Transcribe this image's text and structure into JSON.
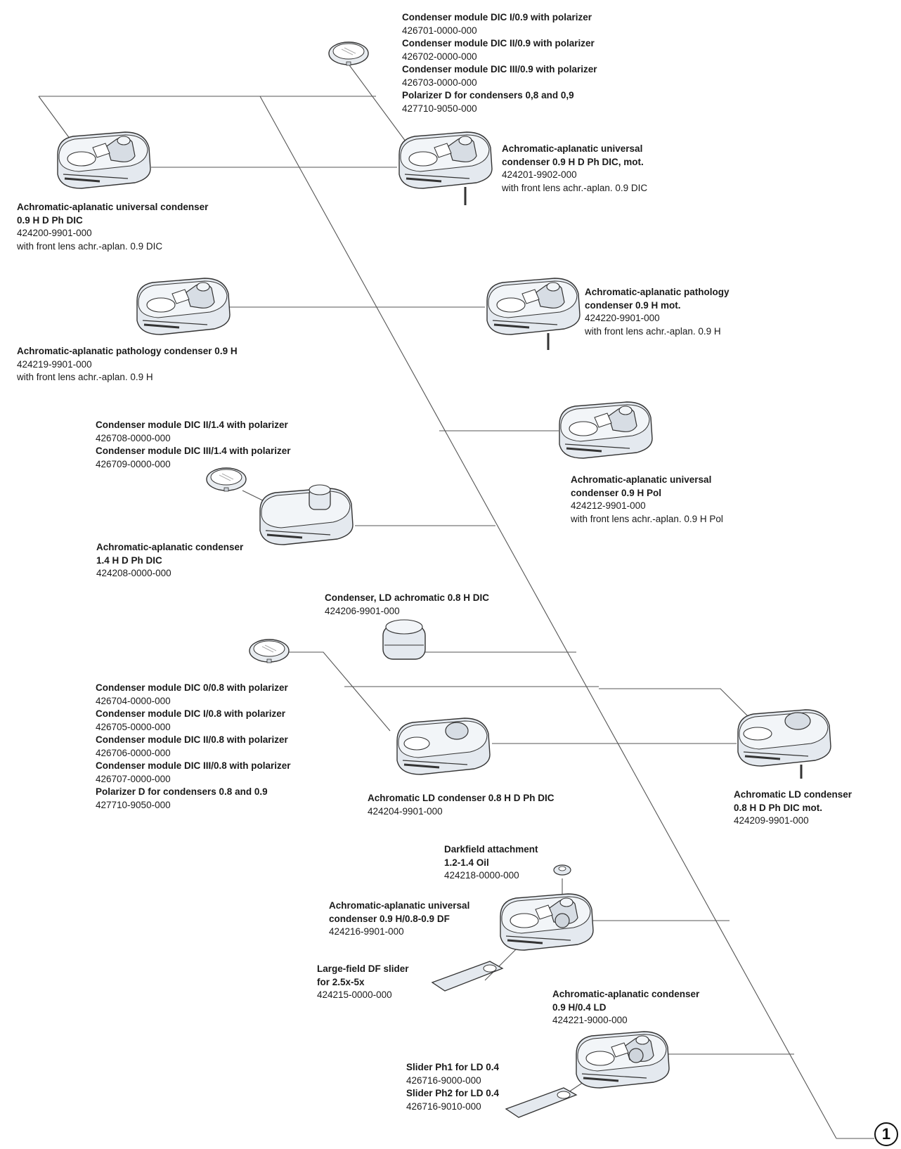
{
  "labels": {
    "dic_modules_09": [
      "Condenser module DIC I/0.9 with polarizer",
      "426701-0000-000",
      "Condenser module DIC II/0.9 with polarizer",
      "426702-0000-000",
      "Condenser module DIC III/0.9 with polarizer",
      "426703-0000-000",
      "Polarizer D for condensers 0,8 and 0,9",
      "427710-9050-000"
    ],
    "univ_mot": [
      "Achromatic-aplanatic universal",
      "condenser 0.9 H D Ph DIC, mot.",
      "424201-9902-000",
      "with front lens achr.-aplan. 0.9 DIC"
    ],
    "univ": [
      "Achromatic-aplanatic universal condenser",
      "0.9 H D Ph DIC",
      "424200-9901-000",
      "with front lens achr.-aplan. 0.9 DIC"
    ],
    "path_mot": [
      "Achromatic-aplanatic pathology",
      "condenser 0.9 H mot.",
      "424220-9901-000",
      "with front lens achr.-aplan. 0.9 H"
    ],
    "path": [
      "Achromatic-aplanatic pathology condenser 0.9 H",
      "424219-9901-000",
      "with front lens achr.-aplan. 0.9 H"
    ],
    "dic_modules_14": [
      "Condenser module DIC II/1.4 with polarizer",
      "426708-0000-000",
      "Condenser module DIC III/1.4 with polarizer",
      "426709-0000-000"
    ],
    "univ_pol": [
      "Achromatic-aplanatic universal",
      "condenser 0.9 H Pol",
      "424212-9901-000",
      "with front lens achr.-aplan. 0.9 H Pol"
    ],
    "cond_14": [
      "Achromatic-aplanatic condenser",
      "1.4 H D Ph DIC",
      "424208-0000-000"
    ],
    "ld_08": [
      "Condenser, LD achromatic 0.8 H DIC",
      "424206-9901-000"
    ],
    "dic_modules_08": [
      "Condenser module DIC 0/0.8 with polarizer",
      "426704-0000-000",
      "Condenser module DIC I/0.8 with polarizer",
      "426705-0000-000",
      "Condenser module DIC II/0.8 with polarizer",
      "426706-0000-000",
      "Condenser module DIC III/0.8 with polarizer",
      "426707-0000-000",
      "Polarizer D for condensers 0.8 and 0.9",
      "427710-9050-000"
    ],
    "ld_dic": [
      "Achromatic LD condenser 0.8 H D Ph DIC",
      "424204-9901-000"
    ],
    "ld_mot": [
      "Achromatic LD condenser",
      "0.8 H D Ph DIC mot.",
      "424209-9901-000"
    ],
    "darkfield": [
      "Darkfield attachment",
      "1.2-1.4 Oil",
      "424218-0000-000"
    ],
    "univ_df": [
      "Achromatic-aplanatic universal",
      "condenser 0.9 H/0.8-0.9 DF",
      "424216-9901-000"
    ],
    "df_slider": [
      "Large-field DF slider",
      "for 2.5x-5x",
      "424215-0000-000"
    ],
    "cond_ld04": [
      "Achromatic-aplanatic condenser",
      "0.9 H/0.4 LD",
      "424221-9000-000"
    ],
    "ph_sliders": [
      "Slider Ph1 for LD 0.4",
      "426716-9000-000",
      "Slider Ph2 for LD 0.4",
      "426716-9010-000"
    ]
  },
  "callout": "1",
  "colors": {
    "body": "#e4e9ef",
    "top": "#f2f5f8",
    "stroke": "#3a3a3a",
    "line": "#555555"
  }
}
